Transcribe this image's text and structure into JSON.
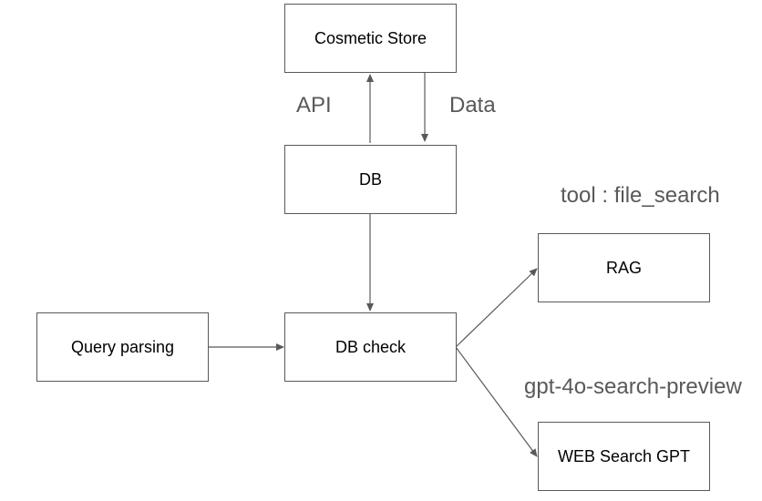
{
  "nodes": {
    "cosmetic_store": "Cosmetic Store",
    "db": "DB",
    "query_parsing": "Query parsing",
    "db_check": "DB check",
    "rag": "RAG",
    "web_search_gpt": "WEB Search GPT"
  },
  "edge_labels": {
    "api": "API",
    "data": "Data",
    "rag_tool": "tool : file_search",
    "web_model": "gpt-4o-search-preview"
  },
  "colors": {
    "border": "#595959",
    "arrow": "#595959",
    "label_text": "#595959"
  }
}
